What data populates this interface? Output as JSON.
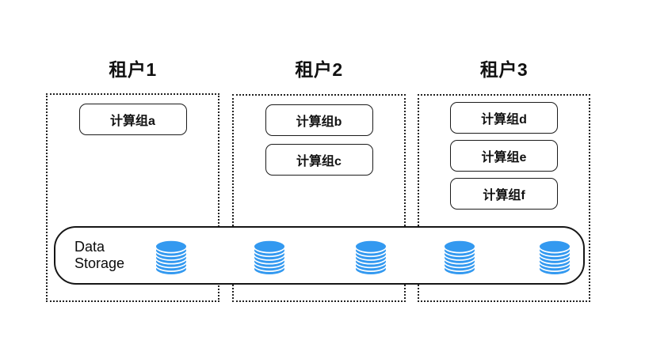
{
  "diagram": {
    "background": "#ffffff",
    "tenants": [
      {
        "title": "租户1",
        "groups": [
          "计算组a"
        ]
      },
      {
        "title": "租户2",
        "groups": [
          "计算组b",
          "计算组c"
        ]
      },
      {
        "title": "租户3",
        "groups": [
          "计算组d",
          "计算组e",
          "计算组f"
        ]
      }
    ],
    "storage": {
      "label_line1": "Data",
      "label_line2": "Storage",
      "database_count": 5,
      "database_icon": "database-cylinder-icon"
    },
    "colors": {
      "database_blue": "#3399F0",
      "line_black": "#1a1a1a",
      "background_white": "#ffffff"
    }
  }
}
